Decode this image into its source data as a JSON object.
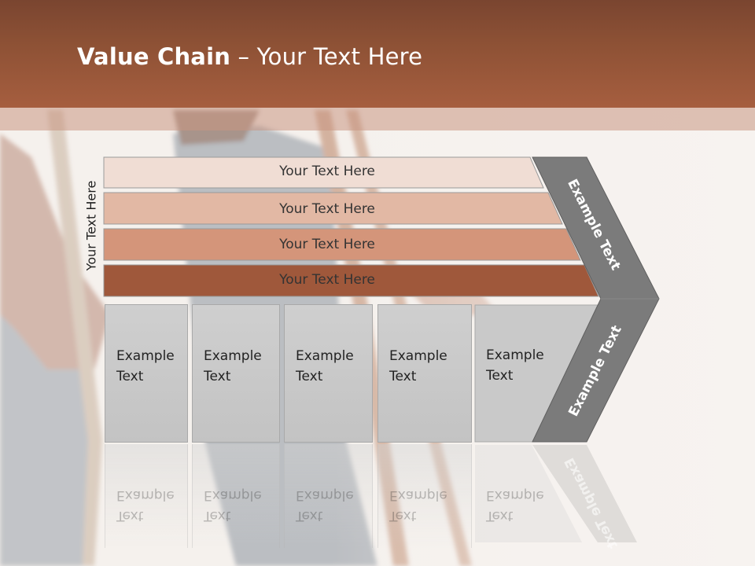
{
  "header": {
    "title_bold": "Value Chain",
    "title_rest": " – Your Text Here"
  },
  "side_label": "Your Text Here",
  "bars": [
    {
      "label": "Your Text Here",
      "color": "#f0ddd4"
    },
    {
      "label": "Your Text Here",
      "color": "#e2b8a4"
    },
    {
      "label": "Your Text Here",
      "color": "#d4957a"
    },
    {
      "label": "Your Text Here",
      "color": "#9f583b"
    }
  ],
  "boxes": [
    {
      "line1": "Example",
      "line2": "Text"
    },
    {
      "line1": "Example",
      "line2": "Text"
    },
    {
      "line1": "Example",
      "line2": "Text"
    },
    {
      "line1": "Example",
      "line2": "Text"
    },
    {
      "line1": "Example",
      "line2": "Text"
    }
  ],
  "arrow": {
    "upper_label": "Example Text",
    "lower_label": "Example Text",
    "color": "#7b7b7b"
  },
  "colors": {
    "header": "#8d5135",
    "box": "#c9c9c9"
  }
}
